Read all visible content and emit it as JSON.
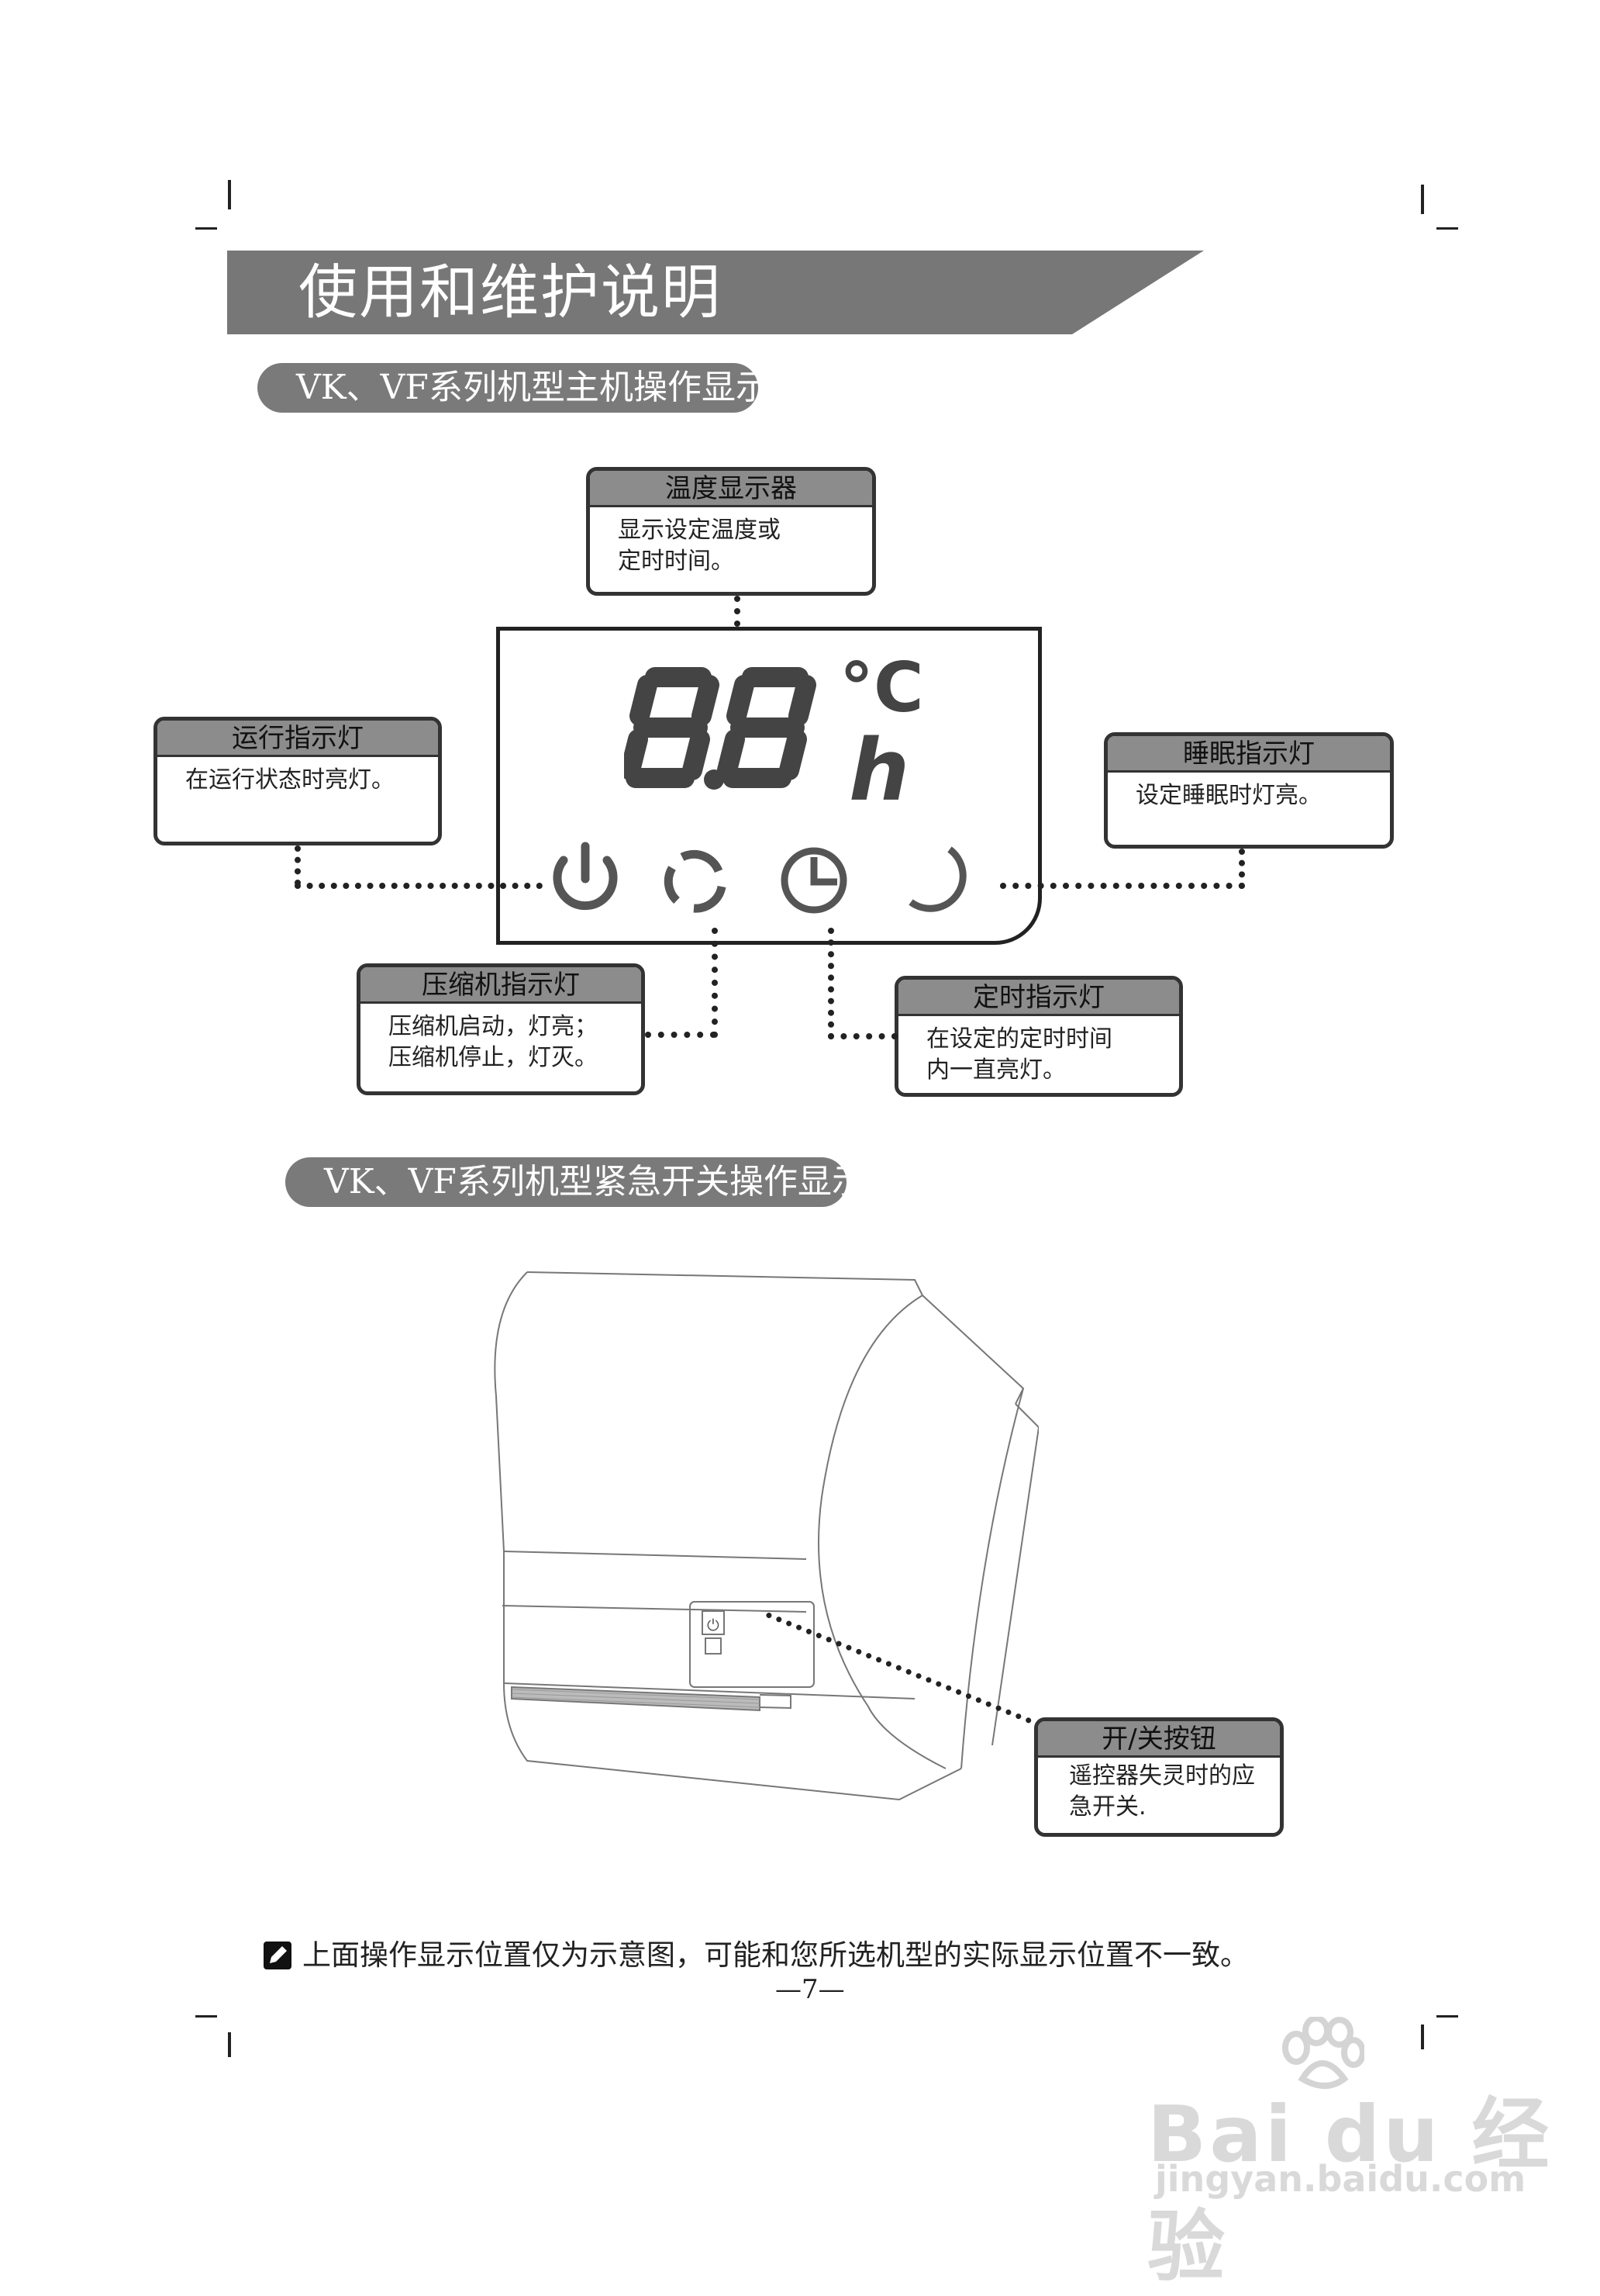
{
  "page_title": "使用和维护说明",
  "section1_title": "VK、VF系列机型主机操作显示",
  "section2_title": "VK、VF系列机型紧急开关操作显示",
  "display": {
    "digits": "8.8",
    "unit_c": "°C",
    "unit_h": "h"
  },
  "callouts": {
    "temp_display": {
      "title": "温度显示器",
      "lines": [
        "显示设定温度或",
        "定时时间。"
      ]
    },
    "run_light": {
      "title": "运行指示灯",
      "lines": [
        "在运行状态时亮灯。"
      ]
    },
    "sleep_light": {
      "title": "睡眠指示灯",
      "lines": [
        "设定睡眠时灯亮。"
      ]
    },
    "compressor_light": {
      "title": "压缩机指示灯",
      "lines": [
        "压缩机启动，灯亮；",
        "压缩机停止，灯灭。"
      ]
    },
    "timer_light": {
      "title": "定时指示灯",
      "lines": [
        "在设定的定时时间",
        "内一直亮灯。"
      ]
    },
    "power_button": {
      "title": "开/关按钮",
      "lines": [
        "遥控器失灵时的应",
        "急开关."
      ]
    }
  },
  "note": "上面操作显示位置仅为示意图，可能和您所选机型的实际显示位置不一致。",
  "page_number": "—7—",
  "watermark": {
    "brand": "Bai du 经验",
    "url": "jingyan.baidu.com"
  }
}
